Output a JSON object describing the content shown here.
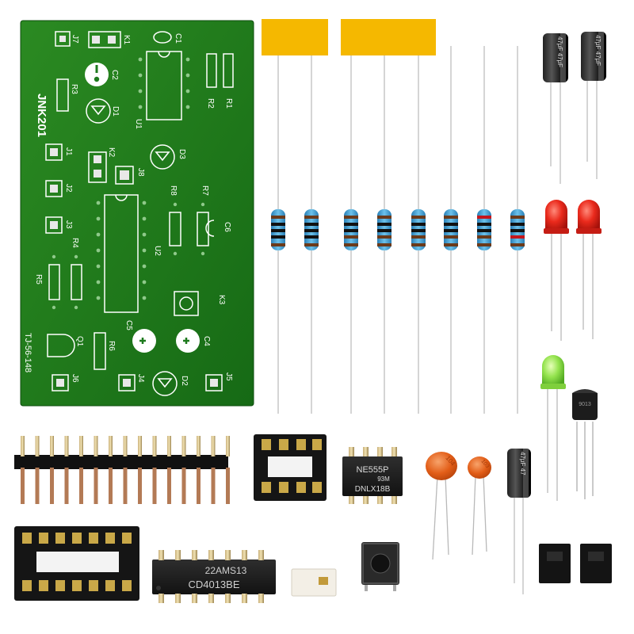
{
  "pcb": {
    "board_name": "JNK201",
    "code": "TJ-56-148",
    "labels": {
      "j7": "J7",
      "k1": "K1",
      "c1": "C1",
      "c2": "C2",
      "r3": "R3",
      "d1": "D1",
      "u1": "U1",
      "r2": "R2",
      "r1": "R1",
      "j1": "J1",
      "k2": "K2",
      "d3": "D3",
      "j2": "J2",
      "j8": "J8",
      "r8": "R8",
      "r7": "R7",
      "c6": "C6",
      "j3": "J3",
      "r4": "R4",
      "u2": "U2",
      "r5": "R5",
      "k3": "K3",
      "c5": "C5",
      "c4": "C4",
      "q1": "Q1",
      "r6": "R6",
      "j6": "J6",
      "j4": "J4",
      "d2": "D2",
      "j5": "J5"
    }
  },
  "parts": {
    "cap_big_1": "47μF 47μF",
    "cap_big_2": "47μF 47μF",
    "cap_small": "47μF 47",
    "ic_555_line1": "NE555P",
    "ic_555_line2": "93M",
    "ic_555_line3": "DNLX18B",
    "ic_4013_line1": "22AMS13",
    "ic_4013_line2": "CD4013BE",
    "ceramic_1": "104",
    "ceramic_2": "103",
    "transistor": "9013"
  },
  "colors": {
    "pcb": "#1e7a1e",
    "pcb_dark": "#155f15",
    "silk": "#ffffff",
    "tape": "#f5b800",
    "resistor_body": "#3a9bd0",
    "led_red": "#e8251b",
    "led_green": "#8be04a",
    "ceramic": "#e8651c"
  }
}
